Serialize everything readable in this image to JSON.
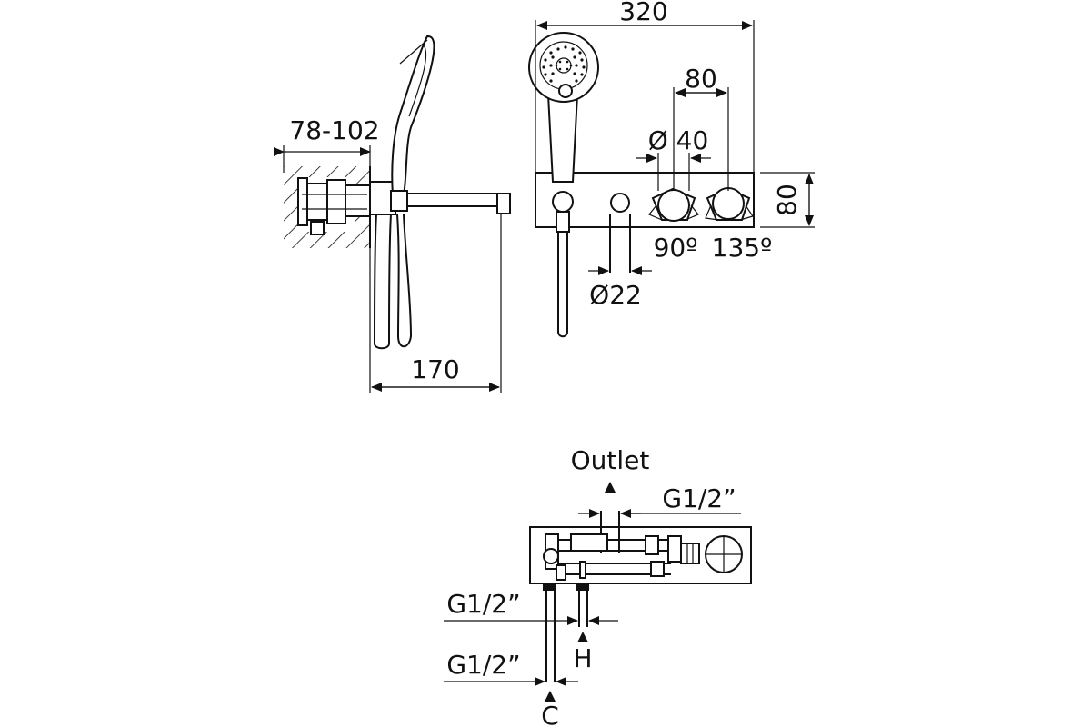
{
  "side_view": {
    "depth_label": "78-102",
    "projection_label": "170"
  },
  "front_view": {
    "width_label": "320",
    "spacing_label": "80",
    "knob_diameter_label": "Ø 40",
    "height_label": "80",
    "angle_left_label": "90º",
    "angle_right_label": "135º",
    "spout_diameter_label": "Ø22"
  },
  "valve_view": {
    "outlet_label": "Outlet",
    "outlet_thread_label": "G1/2”",
    "hot_thread_label": "G1/2”",
    "cold_thread_label": "G1/2”",
    "hot_label": "H",
    "cold_label": "C"
  }
}
